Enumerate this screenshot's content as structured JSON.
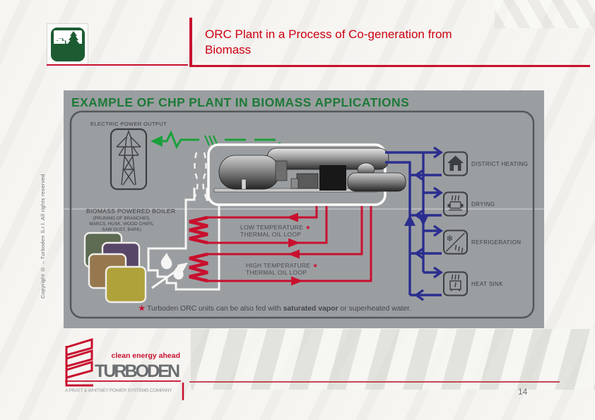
{
  "header": {
    "title_line1": "ORC Plant in a Process of Co-generation from",
    "title_line2": "Biomass"
  },
  "sidebar": {
    "copyright": "Copyright ©  – Turboden S.r.l. All rights reserved"
  },
  "diagram": {
    "title": "EXAMPLE OF CHP PLANT IN BIOMASS APPLICATIONS",
    "electric_power_output": "ELECTRIC POWER OUTPUT",
    "boiler": {
      "title": "BIOMASS POWERED BOILER",
      "subtitle_line1": "(PRUNING OF BRANCHES,",
      "subtitle_line2": "MARCS, HUSK, WOOD CHIPS,",
      "subtitle_line3": "SAW DUST, BARK)"
    },
    "loops": {
      "star": "★",
      "low_line1": "LOW TEMPERATURE",
      "low_line2": "THERMAL OIL LOOP",
      "high_line1": "HIGH TEMPERATURE",
      "high_line2": "THERMAL OIL LOOP"
    },
    "applications": [
      {
        "label": "DISTRICT HEATING",
        "icon": "house-icon"
      },
      {
        "label": "DRYING",
        "icon": "dryer-icon"
      },
      {
        "label": "REFRIGERATION",
        "icon": "snowflake-heat-icon"
      },
      {
        "label": "HEAT SINK",
        "icon": "radiator-icon"
      }
    ],
    "note": {
      "star": "★",
      "part1": " Turboden ORC units can be also fed with ",
      "bold": "saturated vapor",
      "part2": " or superheated water."
    }
  },
  "footer": {
    "tagline": "clean energy ahead",
    "brand": "TURBODEN",
    "subbrand": "A PRATT & WHITNEY POWER SYSTEMS COMPANY",
    "page_number": "14"
  },
  "colors": {
    "accent_red": "#c8102e",
    "title_red": "#cc0011",
    "diagram_green": "#1e7a38",
    "arrow_green": "#1aa03c",
    "pipe_blue": "#2b2e8e",
    "diagram_bg": "#9b9ea1",
    "label_gray": "#3c3f42",
    "brand_gray": "#6b6e71",
    "logo_green": "#1d5c33"
  }
}
